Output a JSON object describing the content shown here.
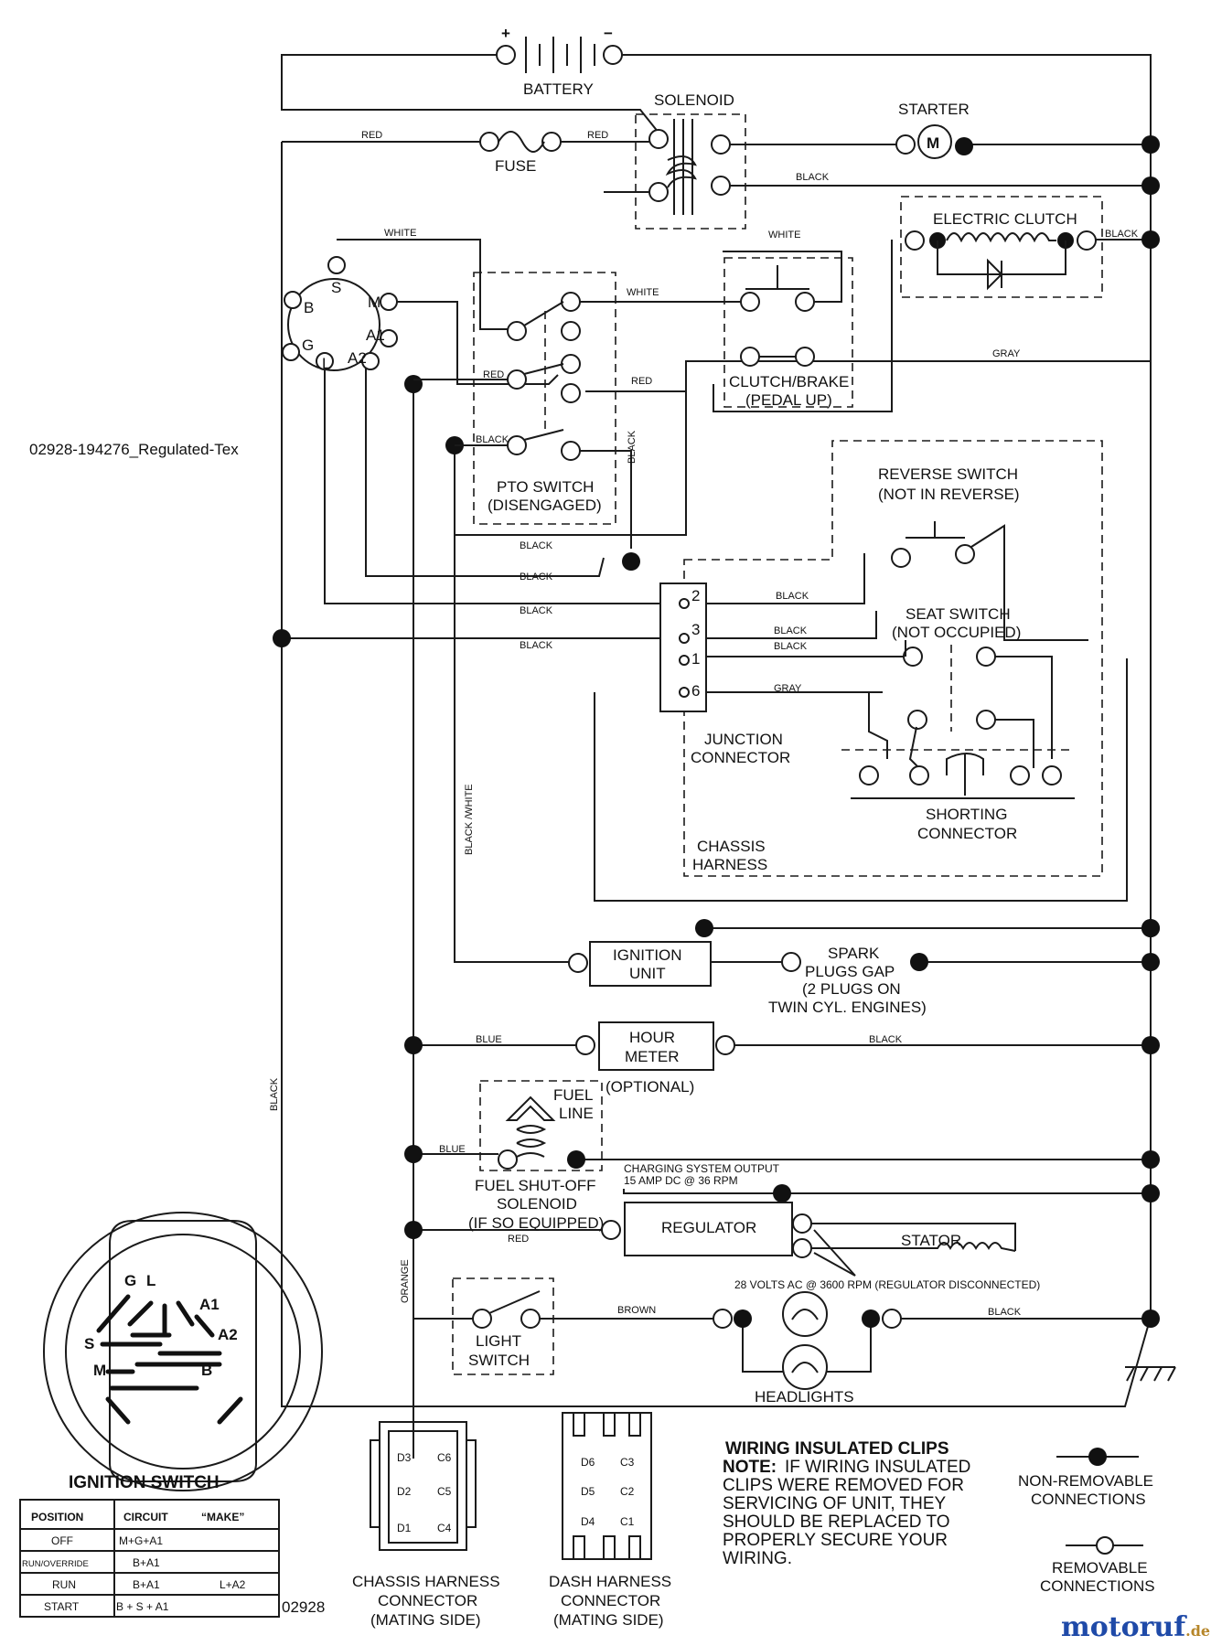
{
  "diagram": {
    "side_code": "02928-194276_Regulated-Tex",
    "footer_code": "02928",
    "components": {
      "battery": "BATTERY",
      "battery_pos": "+",
      "battery_neg": "−",
      "solenoid": "SOLENOID",
      "starter": "STARTER",
      "starter_symbol": "M",
      "fuse": "FUSE",
      "electric_clutch": "ELECTRIC CLUTCH",
      "clutch_brake": [
        "CLUTCH/BRAKE",
        "(PEDAL UP)"
      ],
      "pto_switch": [
        "PTO SWITCH",
        "(DISENGAGED)"
      ],
      "reverse_switch": [
        "REVERSE SWITCH",
        "(NOT IN REVERSE)"
      ],
      "seat_switch": [
        "SEAT SWITCH",
        "(NOT OCCUPIED)"
      ],
      "junction_connector": [
        "JUNCTION",
        "CONNECTOR"
      ],
      "shorting_connector": [
        "SHORTING",
        "CONNECTOR"
      ],
      "chassis_harness": [
        "CHASSIS",
        "HARNESS"
      ],
      "ignition_unit": [
        "IGNITION",
        "UNIT"
      ],
      "spark_plugs": [
        "SPARK",
        "PLUGS GAP",
        "(2 PLUGS ON",
        "TWIN CYL. ENGINES)"
      ],
      "hour_meter": [
        "HOUR",
        "METER",
        "(OPTIONAL)"
      ],
      "fuel_line": [
        "FUEL",
        "LINE"
      ],
      "fuel_solenoid": [
        "FUEL SHUT-OFF",
        "SOLENOID",
        "(IF SO EQUIPPED)"
      ],
      "charging_output": [
        "CHARGING SYSTEM OUTPUT",
        "15 AMP DC @ 36 RPM"
      ],
      "regulator": "REGULATOR",
      "stator": "STATOR",
      "stator_note": "28 VOLTS AC @ 3600 RPM (REGULATOR DISCONNECTED)",
      "light_switch": [
        "LIGHT",
        "SWITCH"
      ],
      "headlights": "HEADLIGHTS"
    },
    "switch_terminals": [
      "S",
      "M",
      "B",
      "A1",
      "G",
      "L",
      "A2"
    ],
    "junction_pins": [
      "2",
      "3",
      "1",
      "6"
    ],
    "wire_labels": {
      "red": "RED",
      "white": "WHITE",
      "black": "BLACK",
      "gray": "GRAY",
      "blue": "BLUE",
      "orange": "ORANGE",
      "brown": "BROWN",
      "black_white": "BLACK /WHITE"
    }
  },
  "ignition_switch": {
    "title": "IGNITION SWITCH",
    "face_letters": [
      "G",
      "L",
      "A1",
      "S",
      "A2",
      "M",
      "B"
    ],
    "table": {
      "headers": [
        "POSITION",
        "CIRCUIT",
        "“MAKE”"
      ],
      "rows": [
        [
          "OFF",
          "M+G+A1",
          ""
        ],
        [
          "RUN/OVERRIDE",
          "B+A1",
          ""
        ],
        [
          "RUN",
          "B+A1",
          "L+A2"
        ],
        [
          "START",
          "B + S + A1",
          ""
        ]
      ]
    }
  },
  "connectors": {
    "chassis": {
      "caption": [
        "CHASSIS HARNESS",
        "CONNECTOR",
        "(MATING SIDE)"
      ],
      "pins": [
        "D3",
        "C6",
        "D2",
        "C5",
        "D1",
        "C4"
      ]
    },
    "dash": {
      "caption": [
        "DASH HARNESS",
        "CONNECTOR",
        "(MATING SIDE)"
      ],
      "pins": [
        "D6",
        "C3",
        "D5",
        "C2",
        "D4",
        "C1"
      ]
    }
  },
  "notes": {
    "title": "WIRING INSULATED CLIPS",
    "note_label": "NOTE:",
    "note_lines": [
      " IF WIRING INSULATED",
      "CLIPS WERE REMOVED FOR",
      "SERVICING OF UNIT, THEY",
      "SHOULD BE REPLACED TO",
      "PROPERLY SECURE YOUR",
      " WIRING."
    ]
  },
  "legend": {
    "non_removable": [
      "NON-REMOVABLE",
      "CONNECTIONS"
    ],
    "removable": [
      "REMOVABLE",
      "CONNECTIONS"
    ]
  },
  "brand": {
    "name": "motoruf",
    "suffix": ".de"
  }
}
